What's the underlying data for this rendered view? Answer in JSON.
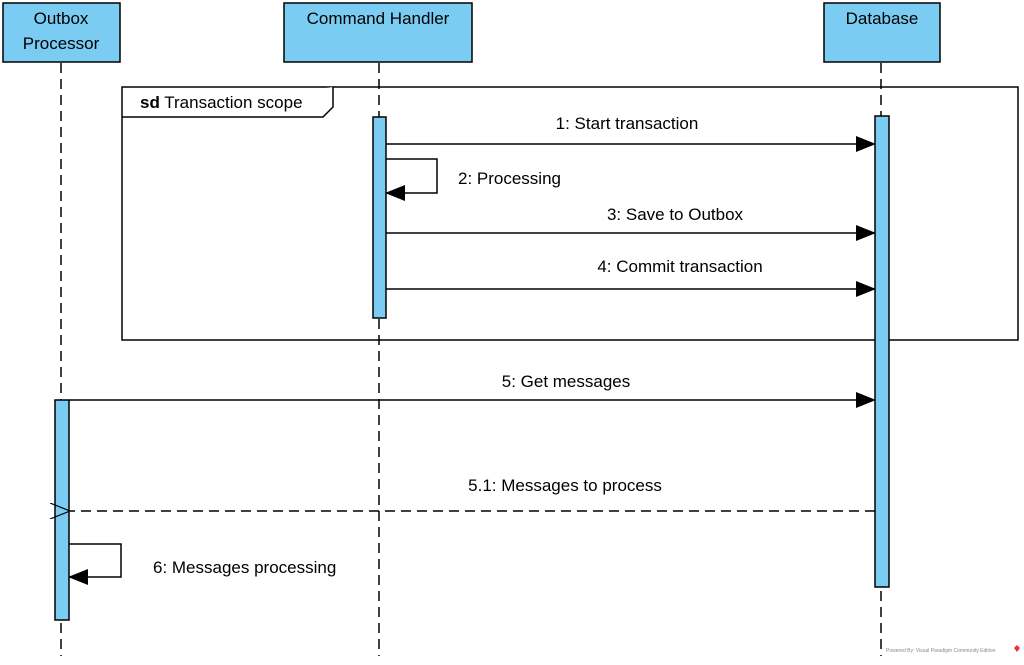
{
  "colors": {
    "lifeline_fill": "#7ACCF2",
    "stroke": "#000000",
    "watermark_logo": "#E8323C"
  },
  "lifelines": [
    {
      "id": "outbox",
      "lines": [
        "Outbox",
        "Processor"
      ]
    },
    {
      "id": "handler",
      "lines": [
        "Command Handler"
      ]
    },
    {
      "id": "db",
      "lines": [
        "Database"
      ]
    }
  ],
  "frame": {
    "keyword": "sd",
    "name": "Transaction scope"
  },
  "messages": [
    {
      "label": "1: Start transaction",
      "from": "handler",
      "to": "db",
      "kind": "sync"
    },
    {
      "label": "2: Processing",
      "from": "handler",
      "to": "handler",
      "kind": "self"
    },
    {
      "label": "3: Save to Outbox",
      "from": "handler",
      "to": "db",
      "kind": "sync"
    },
    {
      "label": "4: Commit transaction",
      "from": "handler",
      "to": "db",
      "kind": "sync"
    },
    {
      "label": "5: Get messages",
      "from": "outbox",
      "to": "db",
      "kind": "sync"
    },
    {
      "label": "5.1: Messages to process",
      "from": "db",
      "to": "outbox",
      "kind": "reply"
    },
    {
      "label": "6: Messages processing",
      "from": "outbox",
      "to": "outbox",
      "kind": "self"
    }
  ],
  "watermark": "Powered By: Visual Paradigm Community Edition"
}
